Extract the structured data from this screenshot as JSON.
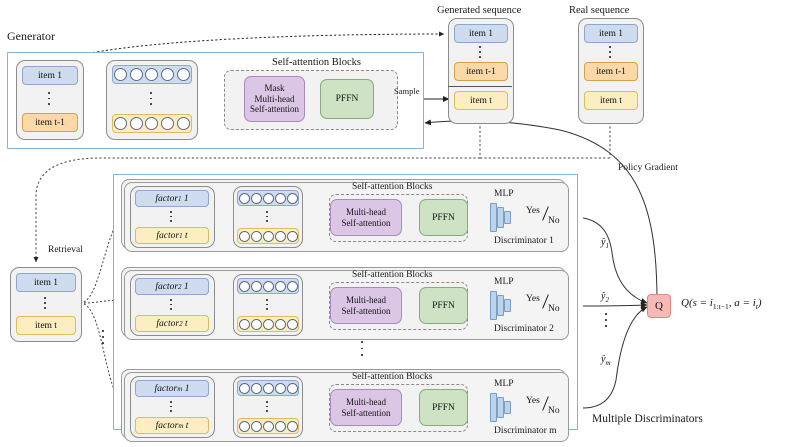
{
  "figure": {
    "generator": {
      "title": "Generator",
      "input_items": {
        "first": "item 1",
        "last": "item t-1"
      },
      "sa_blocks_label": "Self-attention Blocks",
      "attention_label": "Mask\nMulti-head\nSelf-attention",
      "attention_line1": "Mask",
      "attention_line2": "Multi-head",
      "attention_line3": "Self-attention",
      "pffn_label": "PFFN",
      "sample_label": "Sample"
    },
    "sequences": [
      {
        "title": "Generated sequence",
        "items": [
          "item 1",
          "item t-1",
          "item t"
        ]
      },
      {
        "title": "Real sequence",
        "items": [
          "item 1",
          "item t-1",
          "item t"
        ]
      }
    ],
    "retrieval": {
      "label": "Retrieval",
      "memory_items": {
        "first": "item 1",
        "last": "item t"
      }
    },
    "discriminators": [
      {
        "name": "Discriminator 1",
        "factor_first": "factor",
        "factor_sub": "1",
        "factor_first_idx": "1",
        "factor_last_idx": "t",
        "sa_blocks_label": "Self-attention Blocks",
        "attention_line1": "Multi-head",
        "attention_line2": "Self-attention",
        "pffn_label": "PFFN",
        "mlp_label": "MLP",
        "yes": "Yes",
        "no": "No",
        "output": "y1"
      },
      {
        "name": "Discriminator 2",
        "factor_first": "factor",
        "factor_sub": "2",
        "factor_first_idx": "1",
        "factor_last_idx": "t",
        "sa_blocks_label": "Self-attention Blocks",
        "attention_line1": "Multi-head",
        "attention_line2": "Self-attention",
        "pffn_label": "PFFN",
        "mlp_label": "MLP",
        "yes": "Yes",
        "no": "No",
        "output": "y2"
      },
      {
        "name": "Discriminator m",
        "factor_first": "factor",
        "factor_sub": "m",
        "factor_first_idx": "1",
        "factor_last_idx": "t",
        "sa_blocks_label": "Self-attention Blocks",
        "attention_line1": "Multi-head",
        "attention_line2": "Self-attention",
        "pffn_label": "PFFN",
        "mlp_label": "MLP",
        "yes": "Yes",
        "no": "No",
        "output": "ym"
      }
    ],
    "multiple_discriminators_label": "Multiple Discriminators",
    "policy_gradient_label": "Policy Gradient",
    "q_box_label": "Q",
    "q_formula": "Q(s = i1:t-1, a = it)"
  },
  "colors": {
    "blue_chip": "#cfdcf0",
    "orange_chip": "#fbd8a8",
    "yellow_chip": "#fdeec2",
    "attention_purple": "#dcc6e6",
    "pffn_green": "#cde3c4",
    "q_red": "#f6b9b6",
    "frame_blue": "#7fb2dd",
    "mlp_blue": "#bcd3ea"
  }
}
